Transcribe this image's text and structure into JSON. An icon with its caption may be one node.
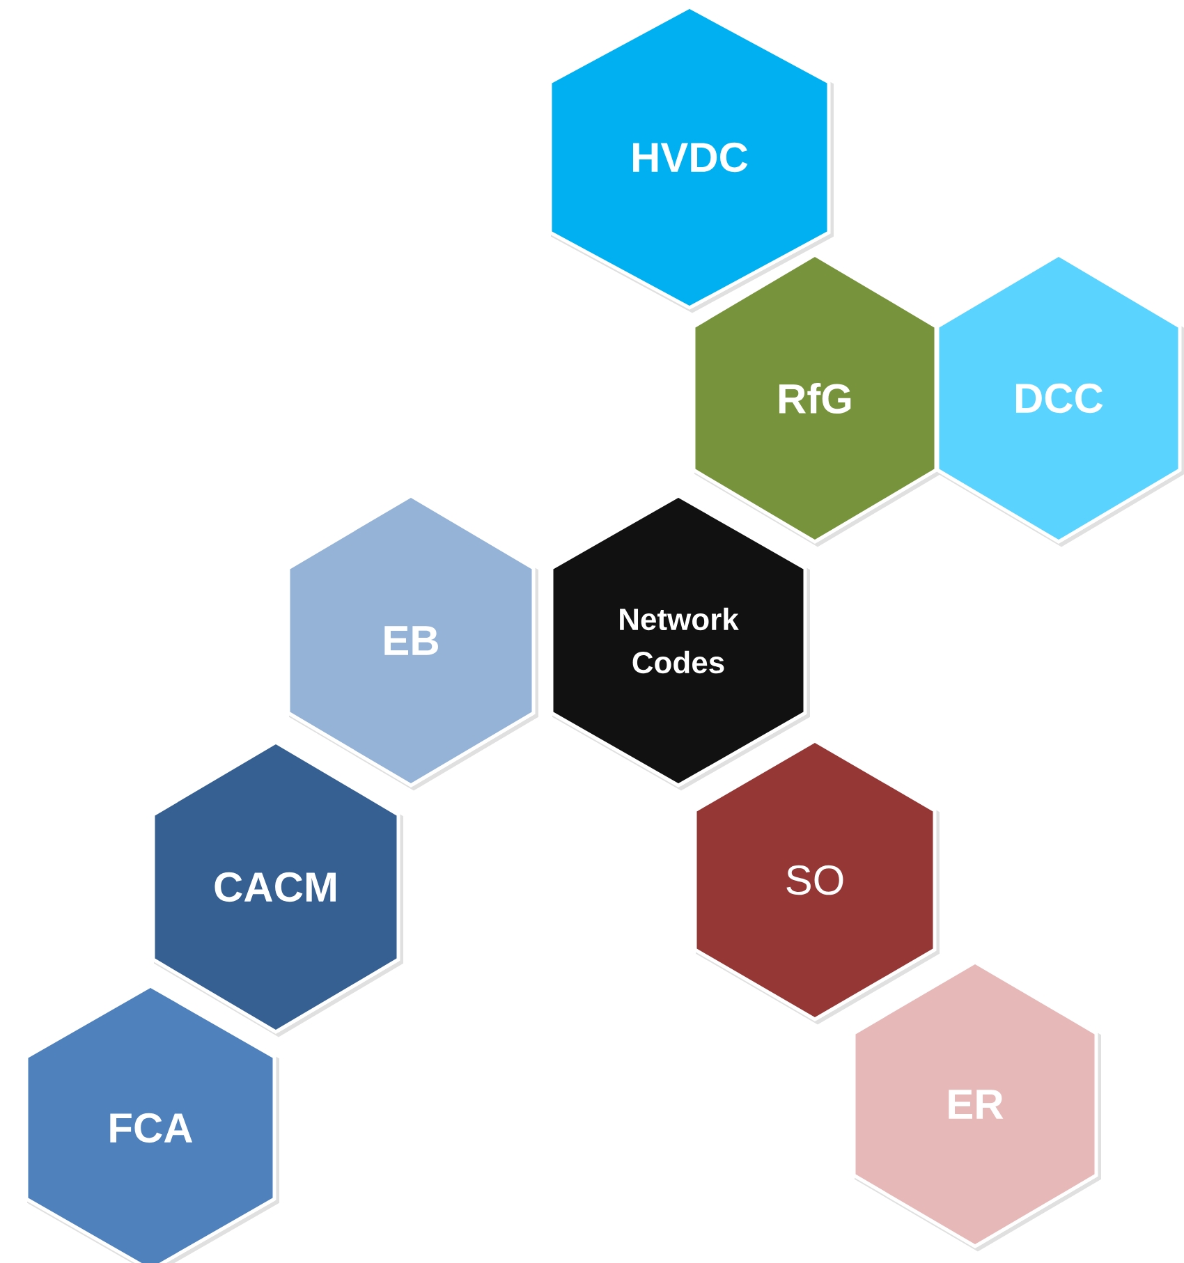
{
  "diagram": {
    "nodes": [
      {
        "text": [
          "HVDC"
        ]
      },
      {
        "text": [
          "RfG"
        ]
      },
      {
        "text": [
          "DCC"
        ]
      },
      {
        "text": [
          "EB"
        ]
      },
      {
        "text": [
          "Network Codes"
        ]
      },
      {
        "text": [
          "SO"
        ]
      },
      {
        "text": [
          "CACM"
        ]
      },
      {
        "text": [
          "ER"
        ]
      },
      {
        "text": [
          "FCA"
        ]
      }
    ]
  }
}
